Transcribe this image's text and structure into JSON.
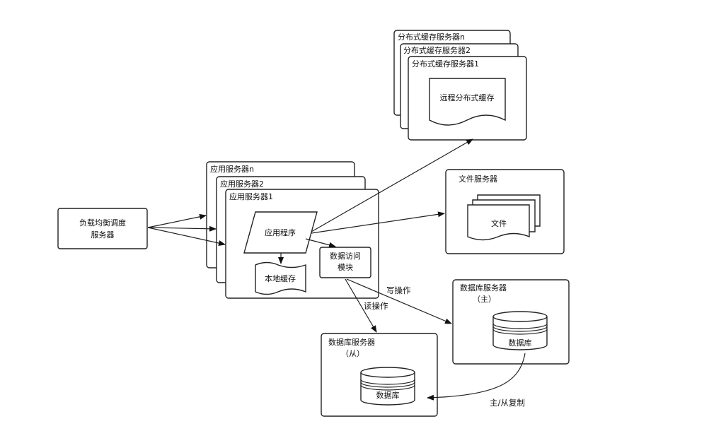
{
  "load_balancer": {
    "line1": "负载均衡调度",
    "line2": "服务器"
  },
  "app_servers": {
    "back": "应用服务器n",
    "middle": "应用服务器2",
    "front": "应用服务器1",
    "program": "应用程序",
    "local_cache": "本地缓存",
    "data_access_line1": "数据访问",
    "data_access_line2": "模块"
  },
  "cache_servers": {
    "back": "分布式缓存服务器n",
    "middle": "分布式缓存服务器2",
    "front": "分布式缓存服务器1",
    "remote_cache": "远程分布式缓存"
  },
  "file_server": {
    "title": "文件服务器",
    "file": "文件"
  },
  "db_master": {
    "title": "数据库服务器",
    "role": "（主）",
    "db": "数据库"
  },
  "db_slave": {
    "title": "数据库服务器",
    "role": "（从）",
    "db": "数据库"
  },
  "edge_labels": {
    "write": "写操作",
    "read": "读操作",
    "replication": "主/从复制"
  }
}
